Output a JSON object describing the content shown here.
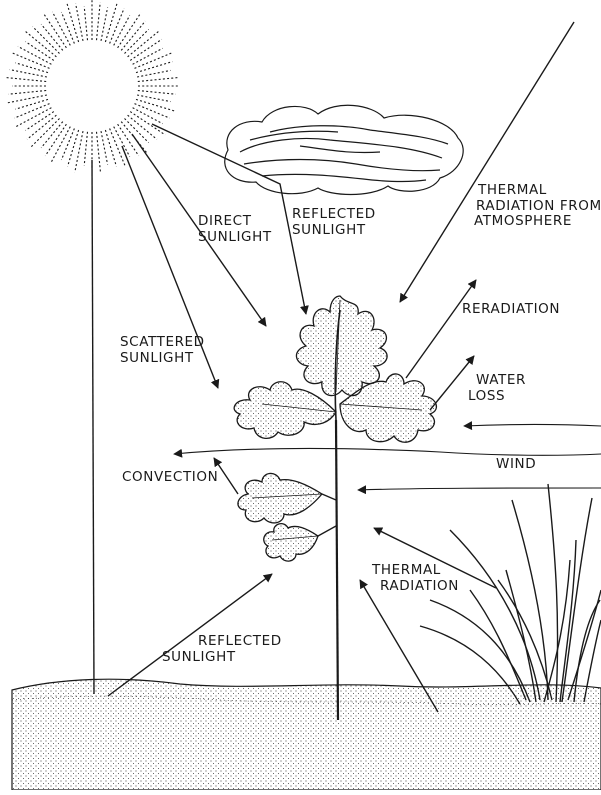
{
  "labels": {
    "direct_sunlight": [
      "DIRECT",
      "SUNLIGHT"
    ],
    "reflected_sunlight_cloud": [
      "REFLECTED",
      "SUNLIGHT"
    ],
    "thermal_radiation_atmosphere": [
      "THERMAL",
      "RADIATION FROM",
      "ATMOSPHERE"
    ],
    "scattered_sunlight": [
      "SCATTERED",
      "SUNLIGHT"
    ],
    "reradiation": "RERADIATION",
    "water_loss": [
      "WATER",
      "LOSS"
    ],
    "wind": "WIND",
    "convection": "CONVECTION",
    "thermal_radiation": [
      "THERMAL",
      "RADIATION"
    ],
    "reflected_sunlight_ground": [
      "REFLECTED",
      "SUNLIGHT"
    ]
  },
  "colors": {
    "ink": "#1a1a1a",
    "paper": "#ffffff"
  }
}
